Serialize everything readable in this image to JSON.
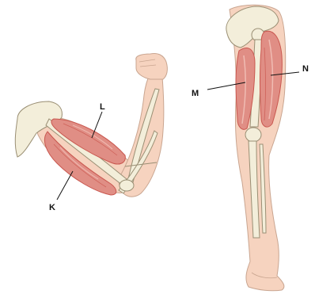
{
  "labels": {
    "L": "L",
    "K": "K",
    "M": "M",
    "N": "N"
  },
  "colors": {
    "skin": "#f6d3bf",
    "skin_edge": "#c9a590",
    "bone": "#f3eeda",
    "bone_edge": "#9a8f74",
    "muscle": "#e08e85",
    "muscle_dark": "#c9574f",
    "muscle_light": "#f2c1b8",
    "line": "#111111"
  },
  "icons": {
    "arm": "bent-arm-muscle-diagram",
    "leg": "leg-muscle-diagram"
  }
}
